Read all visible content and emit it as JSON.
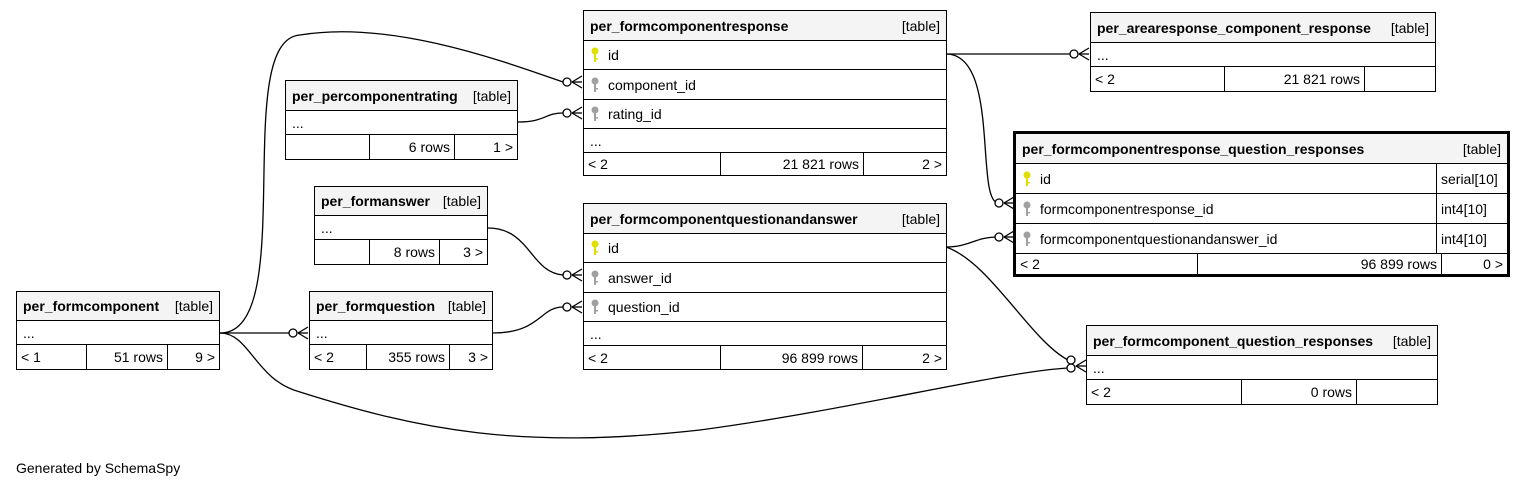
{
  "footer_text": "Generated by SchemaSpy",
  "tables": {
    "formcomponentresponse": {
      "name": "per_formcomponentresponse",
      "kind": "[table]",
      "columns": [
        "id",
        "component_id",
        "rating_id"
      ],
      "more": "...",
      "foot": [
        "< 2",
        "21 821 rows",
        "2 >"
      ]
    },
    "arearesponse": {
      "name": "per_arearesponse_component_response",
      "kind": "[table]",
      "more": "...",
      "foot": [
        "< 2",
        "21 821 rows",
        ""
      ]
    },
    "percomponentrating": {
      "name": "per_percomponentrating",
      "kind": "[table]",
      "more": "...",
      "foot": [
        "",
        "6 rows",
        "1 >"
      ]
    },
    "formanswer": {
      "name": "per_formanswer",
      "kind": "[table]",
      "more": "...",
      "foot": [
        "",
        "8 rows",
        "3 >"
      ]
    },
    "formcomponentqa": {
      "name": "per_formcomponentquestionandanswer",
      "kind": "[table]",
      "columns": [
        "id",
        "answer_id",
        "question_id"
      ],
      "more": "...",
      "foot": [
        "< 2",
        "96 899 rows",
        "2 >"
      ]
    },
    "fcr_question_responses": {
      "name": "per_formcomponentresponse_question_responses",
      "kind": "[table]",
      "columns": [
        {
          "name": "id",
          "type": "serial[10]"
        },
        {
          "name": "formcomponentresponse_id",
          "type": "int4[10]"
        },
        {
          "name": "formcomponentquestionandanswer_id",
          "type": "int4[10]"
        }
      ],
      "foot": [
        "< 2",
        "96 899 rows",
        "0 >"
      ]
    },
    "formcomponent": {
      "name": "per_formcomponent",
      "kind": "[table]",
      "more": "...",
      "foot": [
        "< 1",
        "51 rows",
        "9 >"
      ]
    },
    "formquestion": {
      "name": "per_formquestion",
      "kind": "[table]",
      "more": "...",
      "foot": [
        "< 2",
        "355 rows",
        "3 >"
      ]
    },
    "fc_question_responses": {
      "name": "per_formcomponent_question_responses",
      "kind": "[table]",
      "more": "...",
      "foot": [
        "< 2",
        "0 rows",
        ""
      ]
    }
  },
  "colors": {
    "primary_key": "#e0e000",
    "foreign_key": "#a0a0a0",
    "header_bg": "#f4f4f4"
  }
}
